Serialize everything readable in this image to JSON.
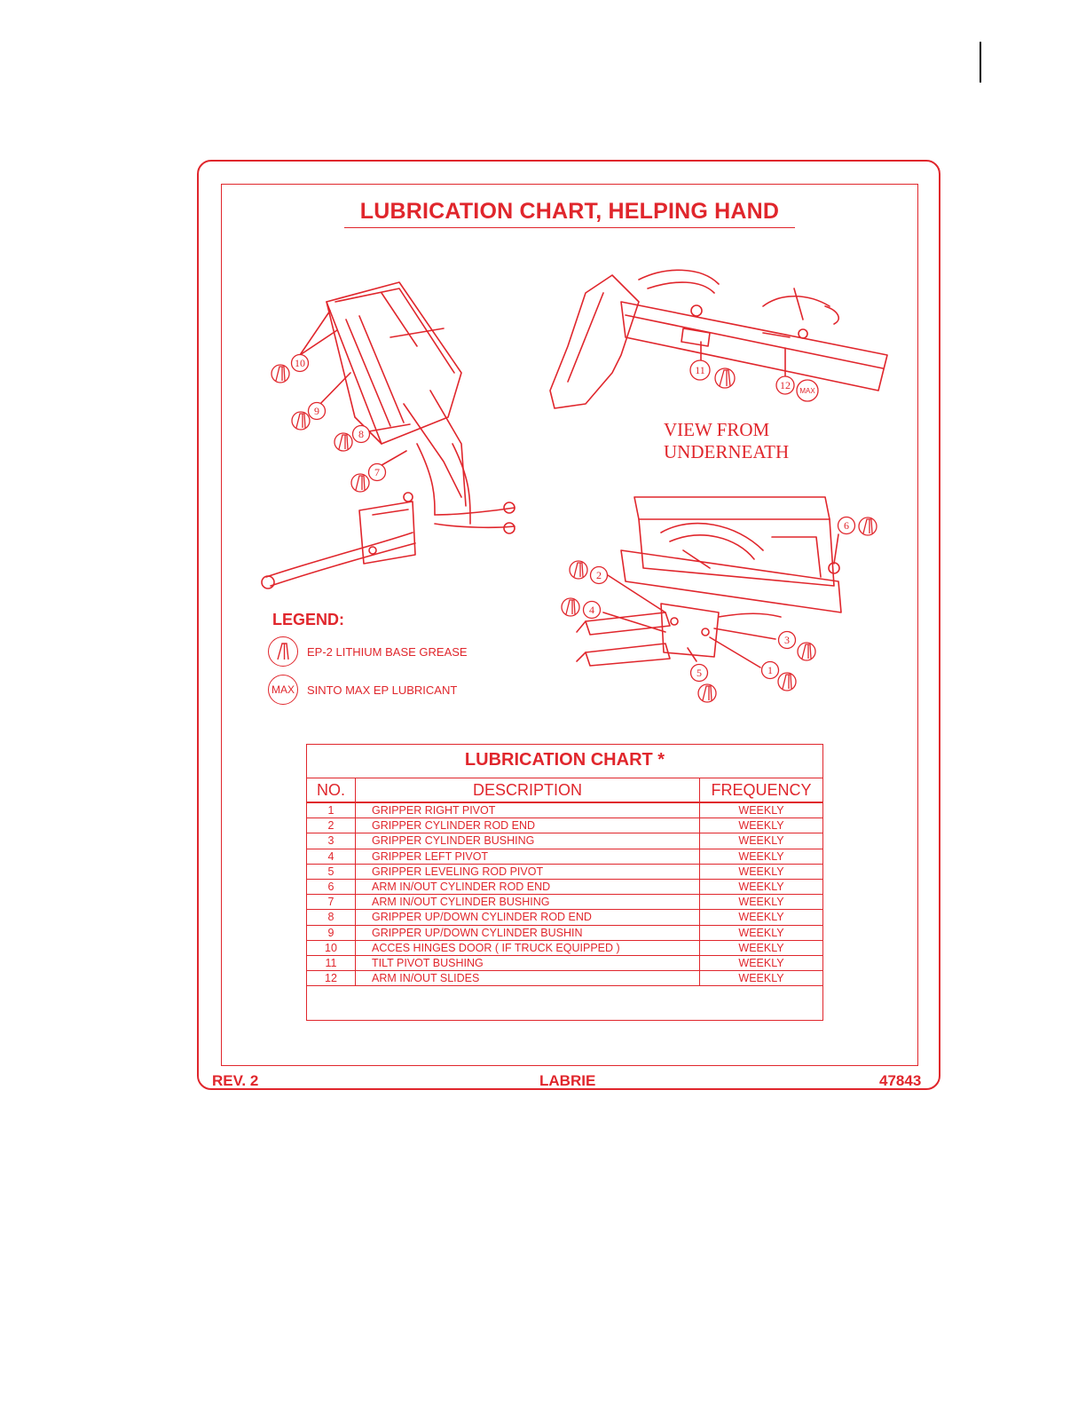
{
  "page": {
    "margin_bar": ""
  },
  "decal": {
    "title": "LUBRICATION CHART, HELPING HAND",
    "view_label_line1": "VIEW FROM",
    "view_label_line2": "UNDERNEATH",
    "callout_max_label": "MAX",
    "callouts": [
      "1",
      "2",
      "3",
      "4",
      "5",
      "6",
      "7",
      "8",
      "9",
      "10",
      "11",
      "12"
    ]
  },
  "legend": {
    "title": "LEGEND:",
    "items": [
      {
        "symbol": "grease-fitting-icon",
        "text": "EP-2 LITHIUM BASE GREASE"
      },
      {
        "symbol_text": "MAX",
        "text": "SINTO MAX EP LUBRICANT"
      }
    ]
  },
  "chart": {
    "title": "LUBRICATION CHART *",
    "headers": {
      "no": "NO.",
      "description": "DESCRIPTION",
      "frequency": "FREQUENCY"
    },
    "rows": [
      {
        "no": "1",
        "description": "GRIPPER RIGHT PIVOT",
        "frequency": "WEEKLY"
      },
      {
        "no": "2",
        "description": "GRIPPER CYLINDER ROD END",
        "frequency": "WEEKLY"
      },
      {
        "no": "3",
        "description": "GRIPPER CYLINDER BUSHING",
        "frequency": "WEEKLY"
      },
      {
        "no": "4",
        "description": "GRIPPER LEFT PIVOT",
        "frequency": "WEEKLY"
      },
      {
        "no": "5",
        "description": "GRIPPER LEVELING ROD PIVOT",
        "frequency": "WEEKLY"
      },
      {
        "no": "6",
        "description": "ARM IN/OUT CYLINDER ROD END",
        "frequency": "WEEKLY"
      },
      {
        "no": "7",
        "description": "ARM IN/OUT CYLINDER BUSHING",
        "frequency": "WEEKLY"
      },
      {
        "no": "8",
        "description": "GRIPPER UP/DOWN CYLINDER ROD END",
        "frequency": "WEEKLY"
      },
      {
        "no": "9",
        "description": "GRIPPER UP/DOWN CYLINDER BUSHIN",
        "frequency": "WEEKLY"
      },
      {
        "no": "10",
        "description": "ACCES HINGES DOOR ( IF TRUCK EQUIPPED )",
        "frequency": "WEEKLY"
      },
      {
        "no": "11",
        "description": "TILT PIVOT BUSHING",
        "frequency": "WEEKLY"
      },
      {
        "no": "12",
        "description": "ARM IN/OUT SLIDES",
        "frequency": "WEEKLY"
      }
    ]
  },
  "footer": {
    "rev": "REV. 2",
    "brand": "LABRIE",
    "part_no": "47843"
  },
  "colors": {
    "accent": "#e0262c"
  }
}
